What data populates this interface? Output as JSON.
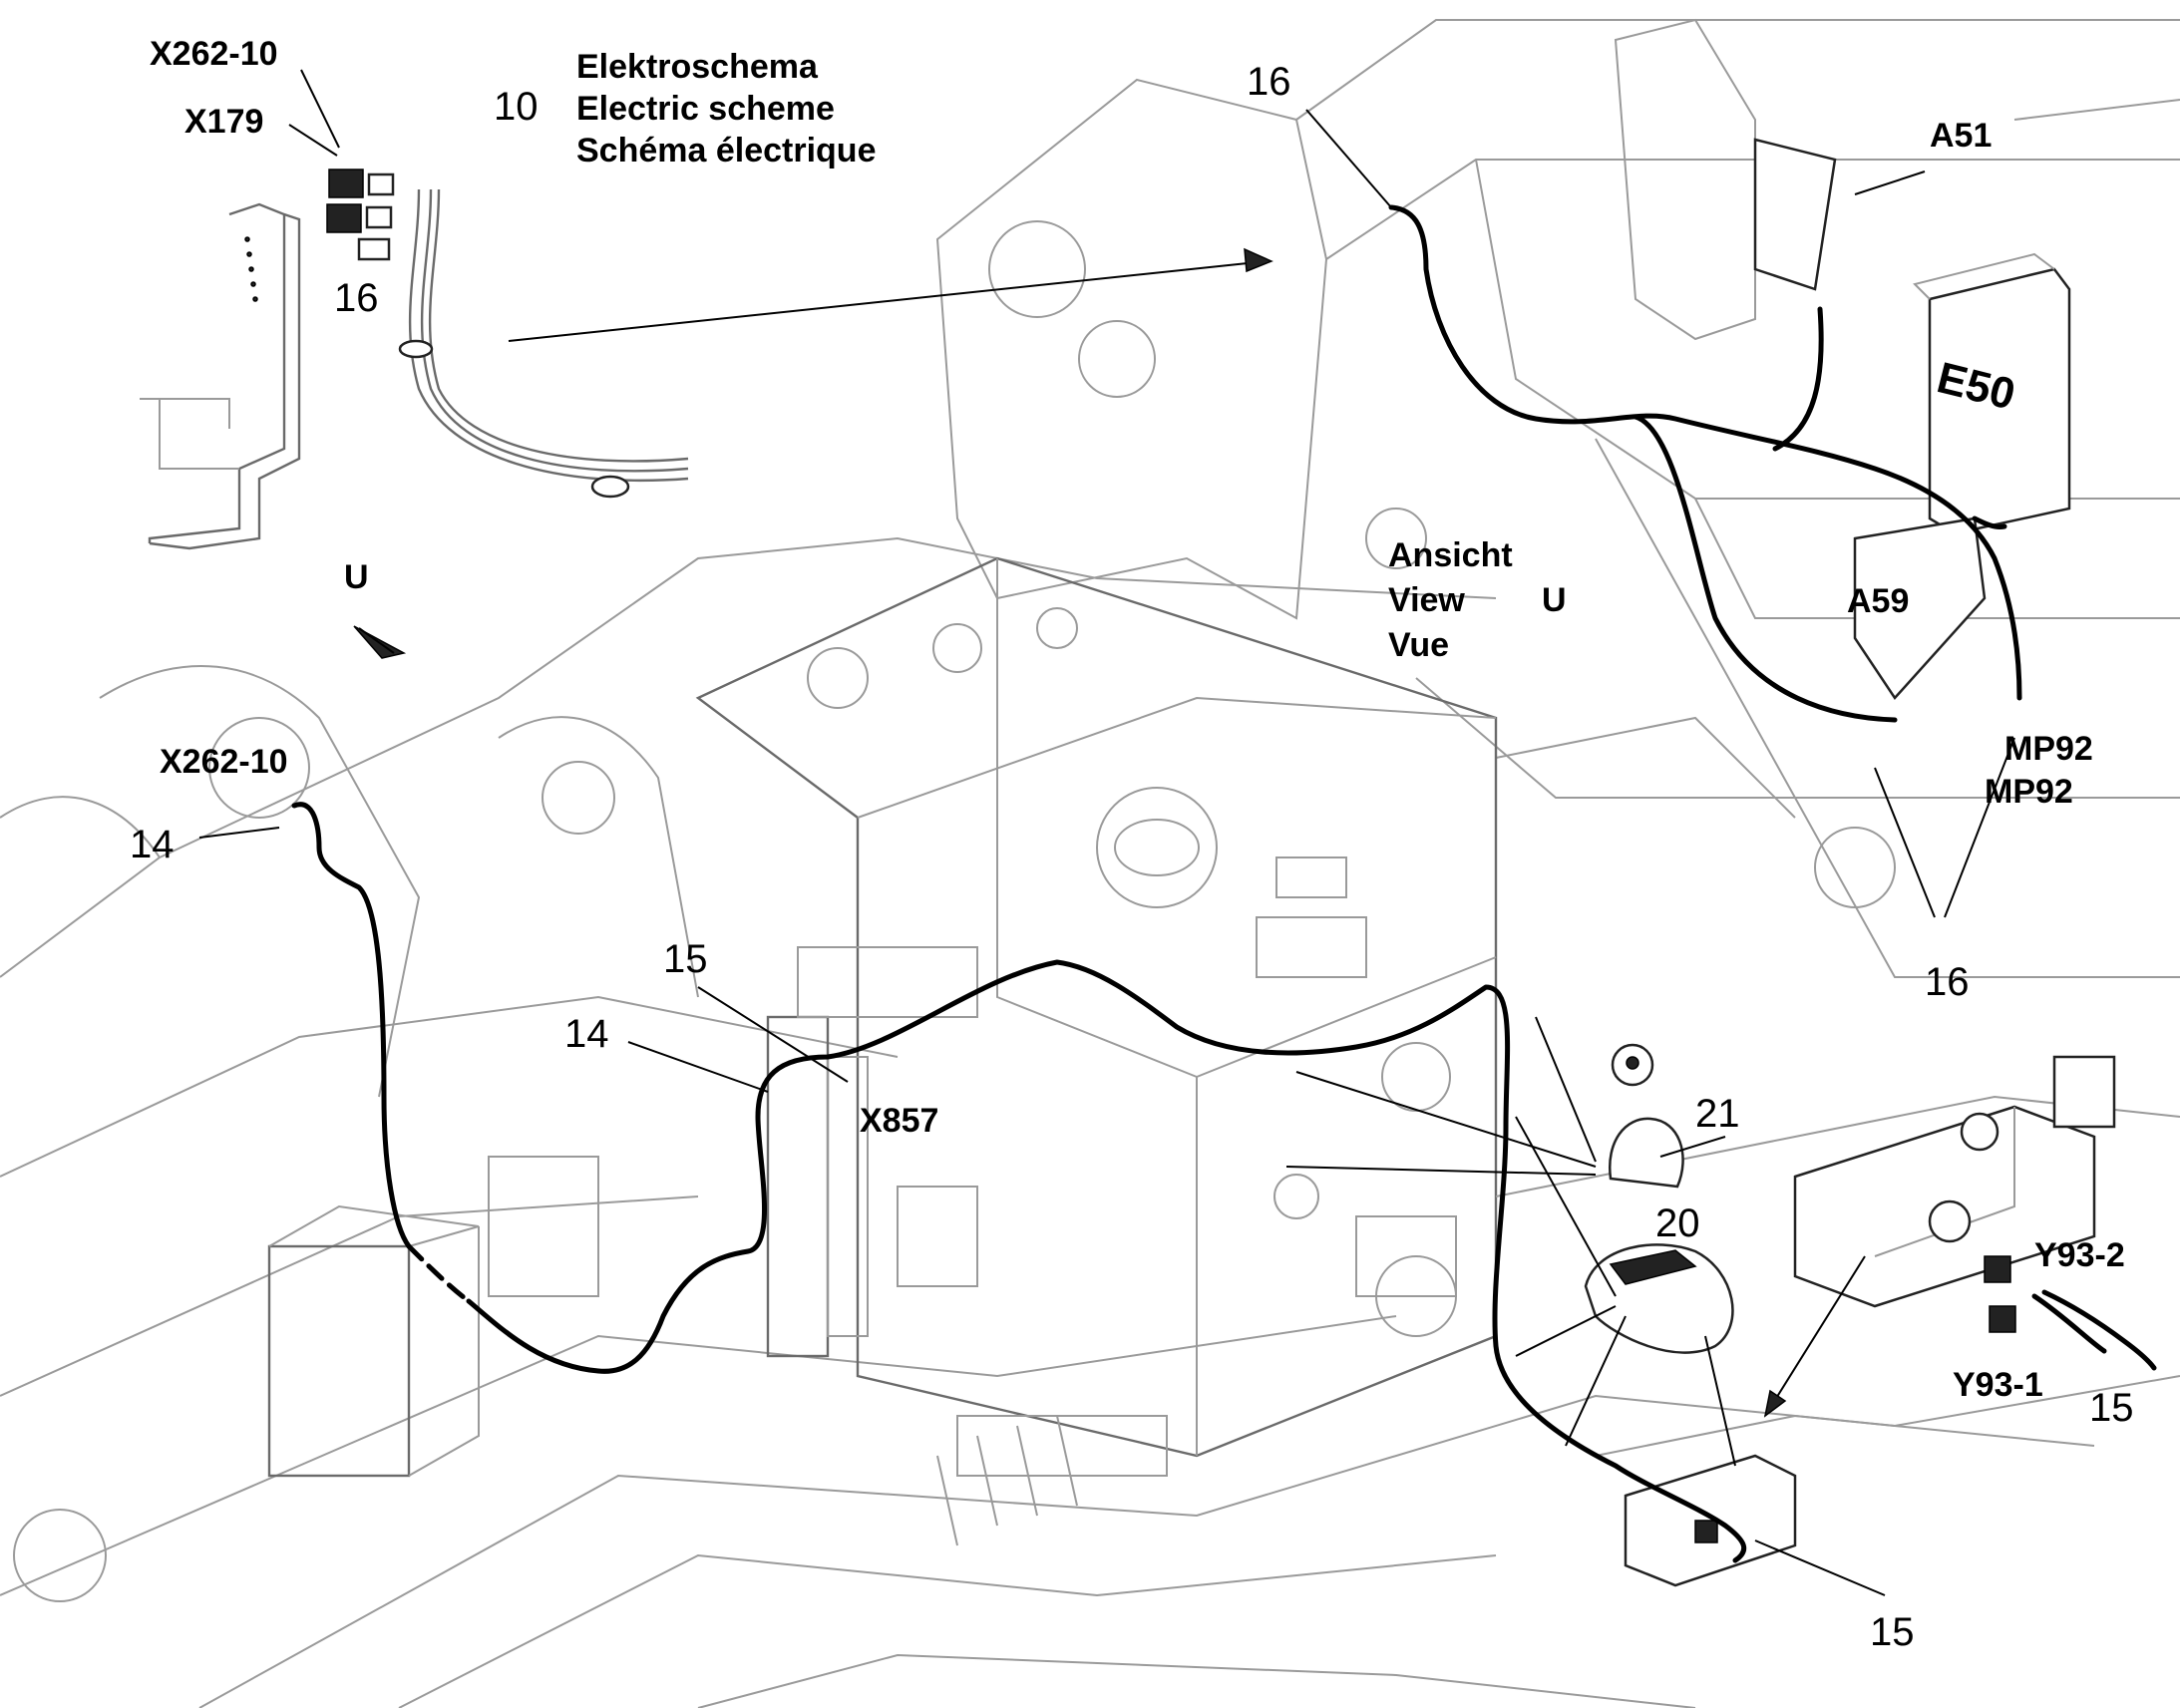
{
  "connectors": {
    "x262_10_top": "X262-10",
    "x179": "X179",
    "x262_10_left": "X262-10",
    "x857": "X857",
    "a51": "A51",
    "e50": "E50",
    "a59": "A59",
    "mp92_a": "MP92",
    "mp92_b": "MP92",
    "y93_2": "Y93-2",
    "y93_1": "Y93-1"
  },
  "legend": {
    "number": "10",
    "line_de": "Elektroschema",
    "line_en": "Electric scheme",
    "line_fr": "Schéma électrique"
  },
  "view": {
    "marker": "U",
    "line1": "Ansicht",
    "line2": "View",
    "line2_letter": "U",
    "line3": "Vue"
  },
  "callouts": {
    "c16_inset": "16",
    "c16_top": "16",
    "c16_right": "16",
    "c14_a": "14",
    "c14_b": "14",
    "c15_a": "15",
    "c15_b": "15",
    "c15_c": "15",
    "c21": "21",
    "c20": "20"
  }
}
